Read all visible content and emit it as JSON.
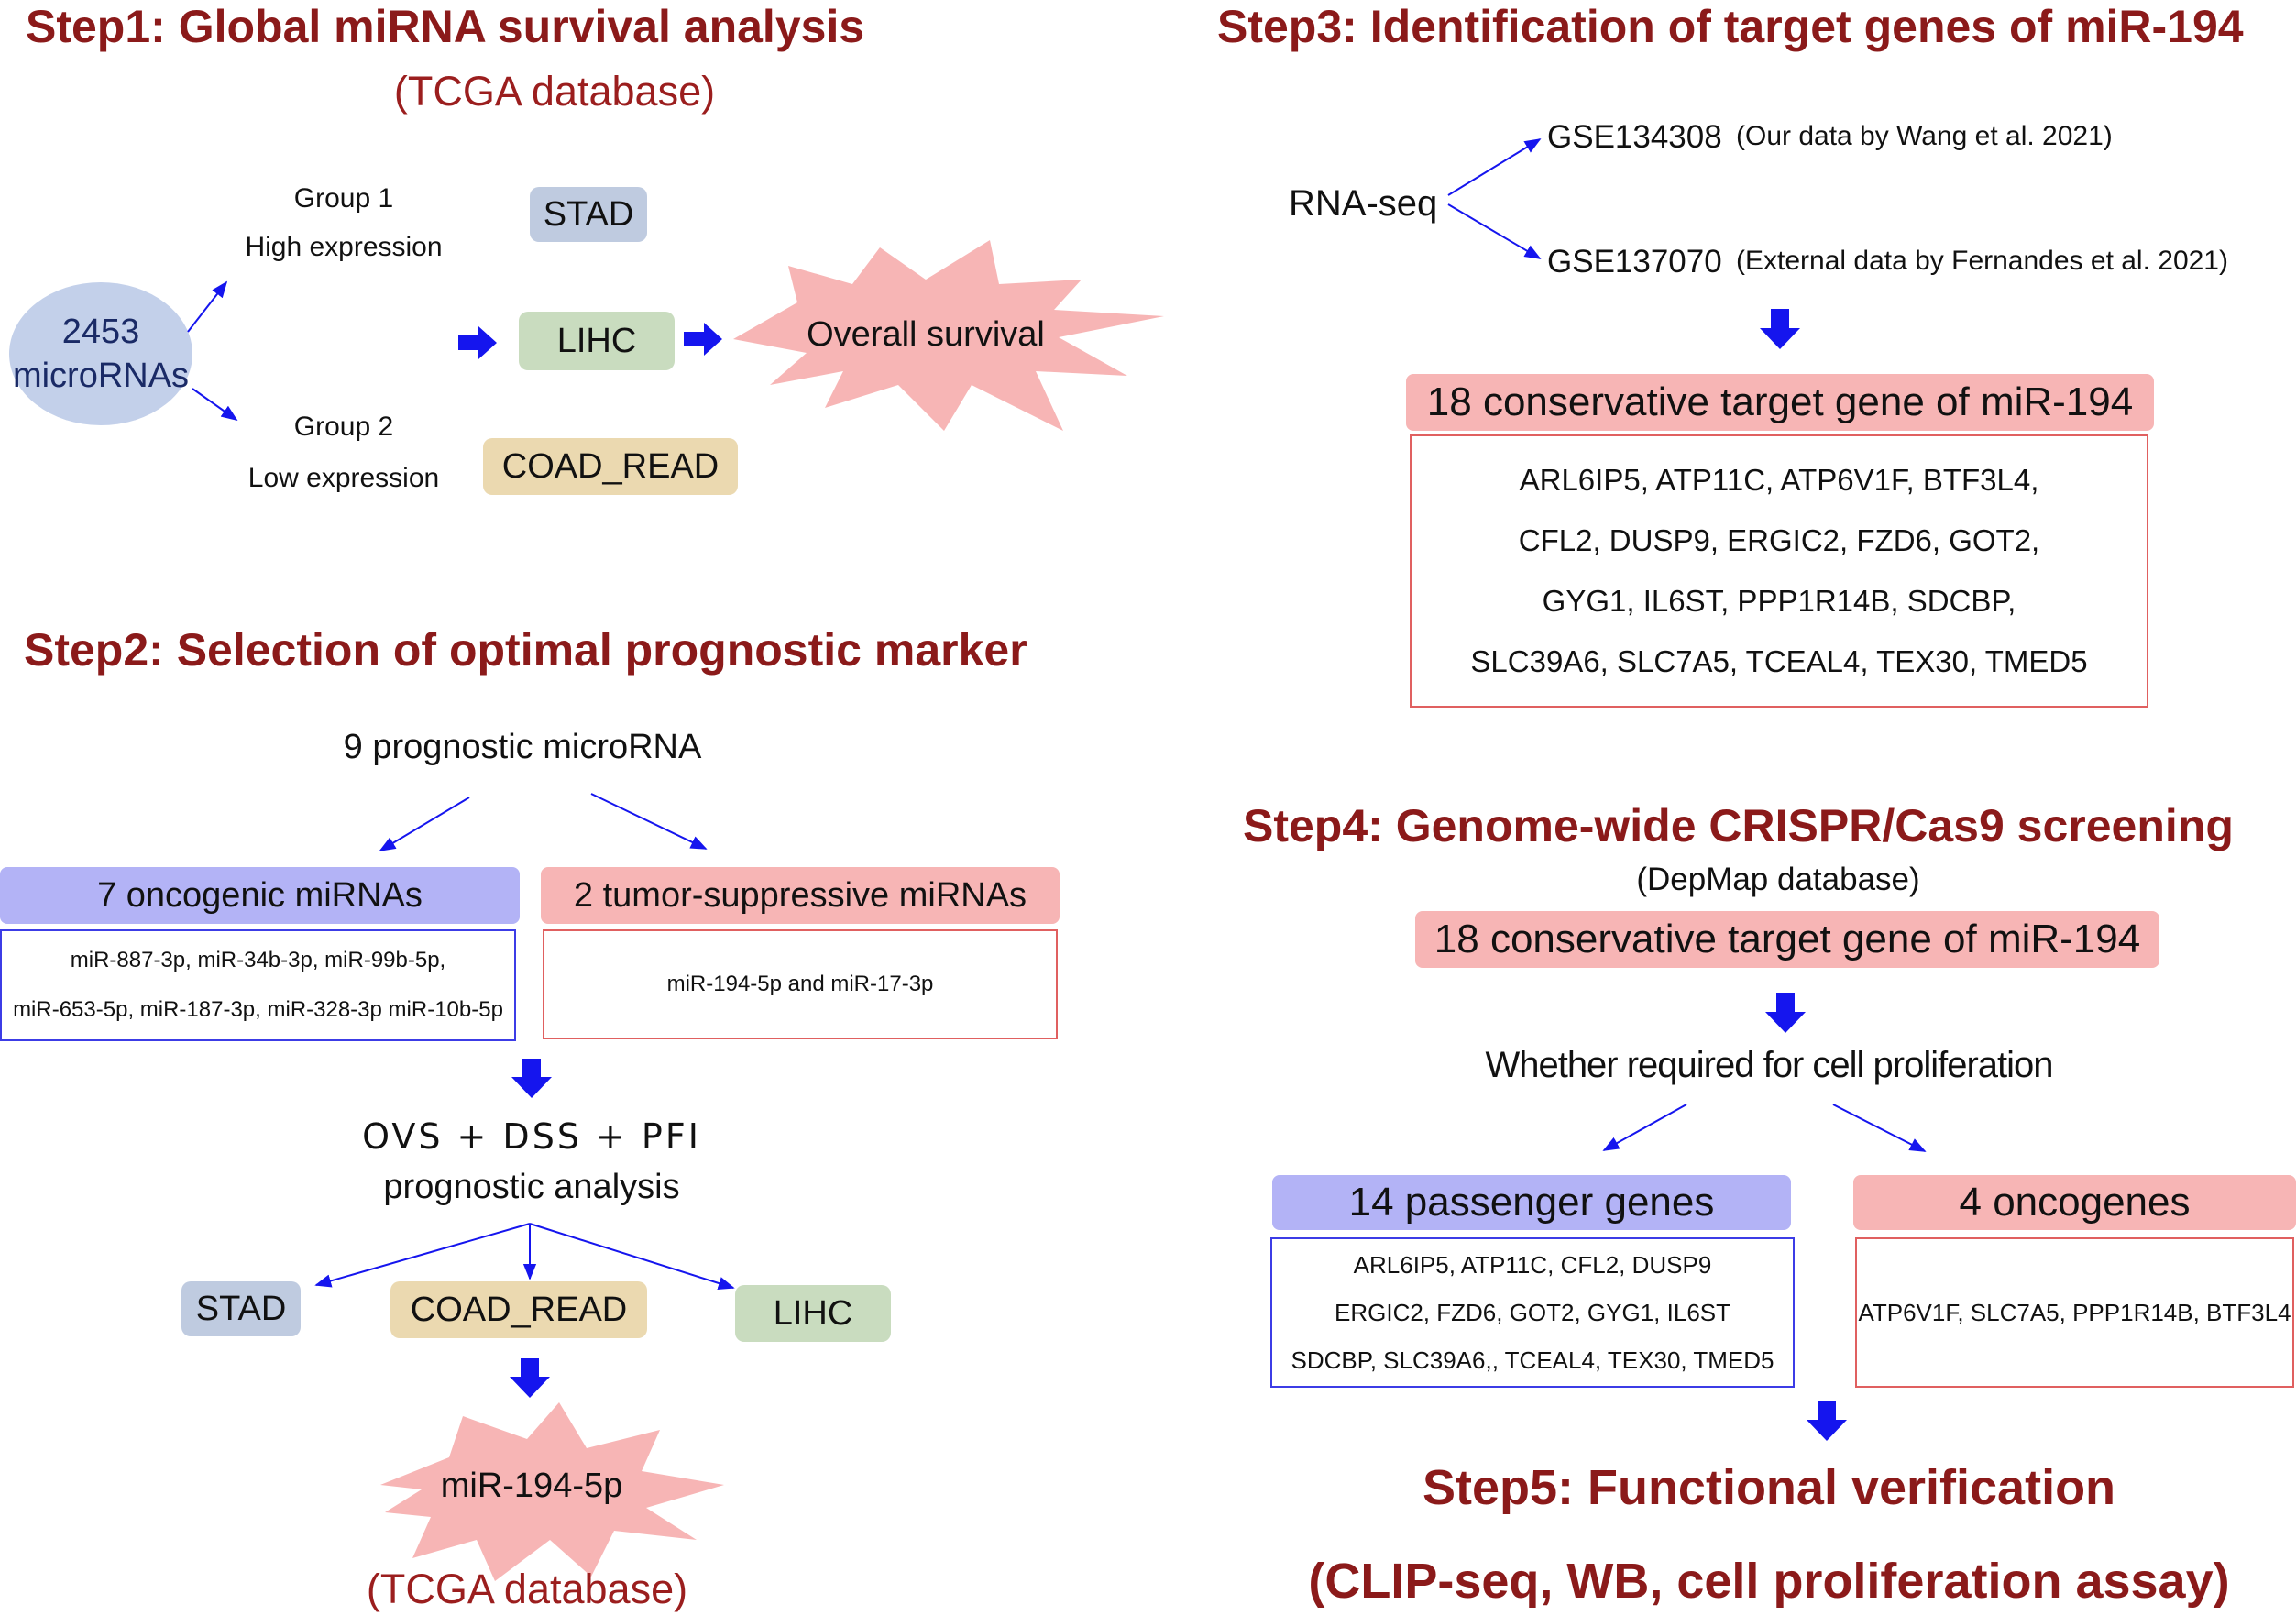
{
  "step1": {
    "title": "Step1:  Global miRNA survival analysis",
    "subtitle": "(TCGA database)",
    "source_line1": "2453",
    "source_line2": "microRNAs",
    "group1_line1": "Group 1",
    "group1_line2": "High expression",
    "group2_line1": "Group 2",
    "group2_line2": "Low expression",
    "cancer_types": [
      "STAD",
      "LIHC",
      "COAD_READ"
    ],
    "outcome": "Overall survival"
  },
  "step2": {
    "title": "Step2: Selection of optimal prognostic marker",
    "top_text": "9 prognostic microRNA",
    "oncogenic_header": "7 oncogenic miRNAs",
    "oncogenic_line1": "miR-887-3p, miR-34b-3p, miR-99b-5p,",
    "oncogenic_line2": "miR-653-5p, miR-187-3p, miR-328-3p miR-10b-5p",
    "suppressive_header": "2 tumor-suppressive miRNAs",
    "suppressive_line1": "miR-194-5p and miR-17-3p",
    "analysis_line1": "OVS + DSS + PFI",
    "analysis_line2": "prognostic analysis",
    "cancer_types": [
      "STAD",
      "COAD_READ",
      "LIHC"
    ],
    "result": "miR-194-5p",
    "footer": "(TCGA database)"
  },
  "step3": {
    "title": "Step3: Identification of target genes of miR-194",
    "rnaseq": "RNA-seq",
    "dataset1": "GSE134308",
    "dataset1_note": "(Our data by Wang et al. 2021)",
    "dataset2": "GSE137070",
    "dataset2_note": "(External data by Fernandes et al. 2021)",
    "target_header": "18 conservative target gene of miR-194",
    "genes_line1": "ARL6IP5, ATP11C, ATP6V1F, BTF3L4,",
    "genes_line2": "CFL2, DUSP9, ERGIC2, FZD6, GOT2,",
    "genes_line3": "GYG1, IL6ST, PPP1R14B, SDCBP,",
    "genes_line4": "SLC39A6, SLC7A5, TCEAL4, TEX30, TMED5"
  },
  "step4": {
    "title": "Step4: Genome-wide CRISPR/Cas9 screening",
    "subtitle": "(DepMap database)",
    "target_header": "18 conservative target gene of miR-194",
    "question": "Whether required for cell proliferation",
    "passenger_header": "14 passenger genes",
    "passenger_line1": "ARL6IP5, ATP11C, CFL2, DUSP9",
    "passenger_line2": "ERGIC2, FZD6, GOT2, GYG1, IL6ST",
    "passenger_line3": "SDCBP, SLC39A6,, TCEAL4, TEX30, TMED5",
    "oncogene_header": "4 oncogenes",
    "oncogene_line1": "ATP6V1F, SLC7A5, PPP1R14B, BTF3L4"
  },
  "step5": {
    "title": "Step5: Functional verification",
    "subtitle": "(CLIP-seq, WB, cell proliferation assay)"
  },
  "colors": {
    "title_red": "#8b1a1a",
    "arrow_blue": "#1515ee",
    "stad_fill": "#bfcbe0",
    "lihc_fill": "#c9dcbf",
    "coad_fill": "#ebd9b0",
    "salmon_fill": "#f7b5b5",
    "lavender_fill": "#b3b3f6",
    "ellipse_fill": "#c3d0ea",
    "box_border_red": "#e06060",
    "box_border_blue": "#3c3ce6"
  }
}
